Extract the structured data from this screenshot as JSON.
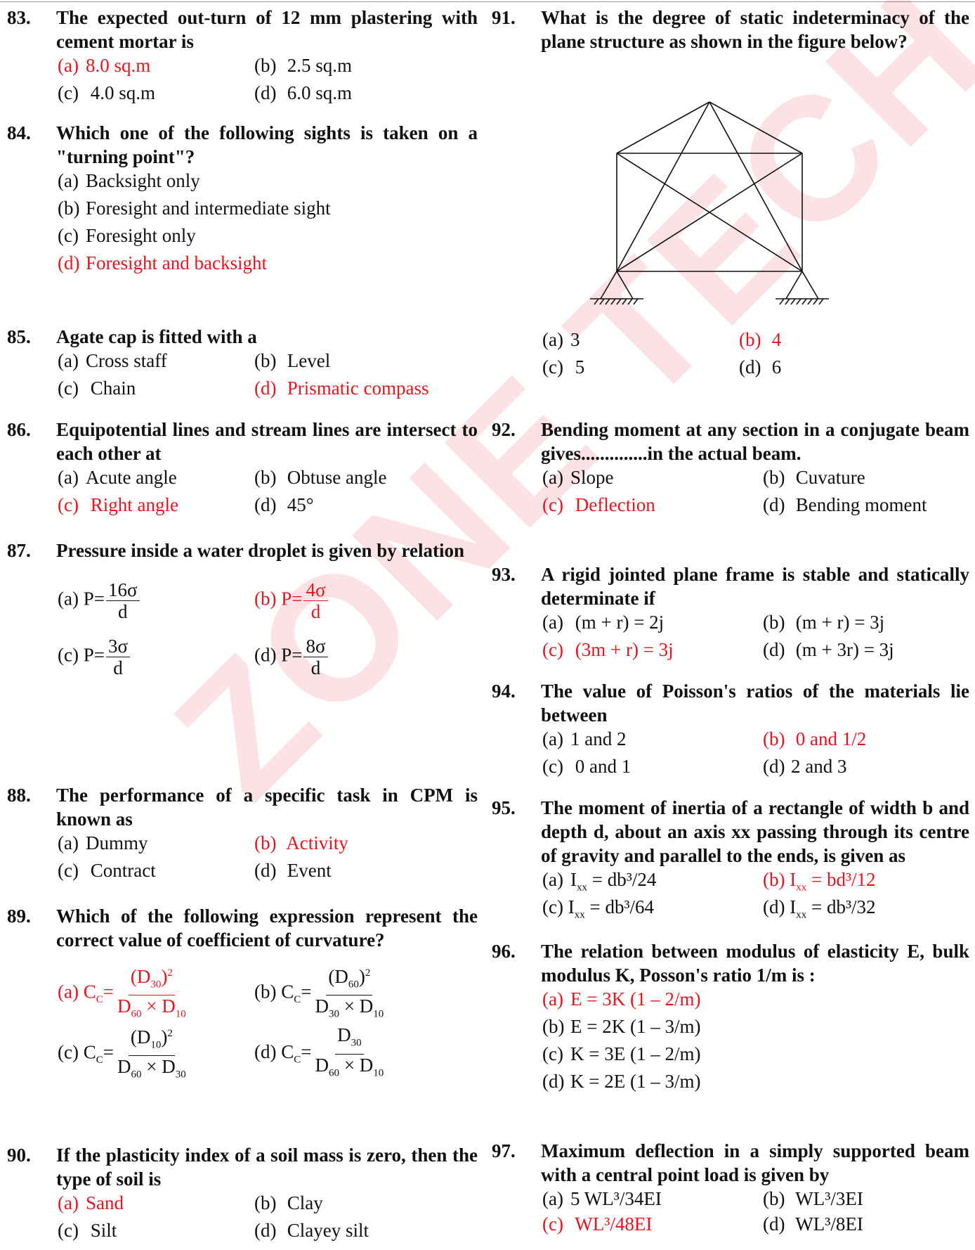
{
  "watermark": "ZONE TECH",
  "questions": {
    "q83": {
      "num": "83.",
      "text": "The expected out-turn of 12 mm plastering with cement mortar is",
      "a": "8.0 sq.m",
      "b": "2.5 sq.m",
      "c": "4.0 sq.m",
      "d": "6.0 sq.m"
    },
    "q84": {
      "num": "84.",
      "text": "Which one of the following sights is taken on a \"turning point\"?",
      "a": "Backsight only",
      "b": "Foresight and intermediate sight",
      "c": "Foresight only",
      "d": "Foresight and backsight"
    },
    "q85": {
      "num": "85.",
      "text": "Agate cap is fitted with a",
      "a": "Cross staff",
      "b": "Level",
      "c": "Chain",
      "d": "Prismatic compass"
    },
    "q86": {
      "num": "86.",
      "text": "Equipotential lines and stream lines are intersect to each other at",
      "a": "Acute angle",
      "b": "Obtuse angle",
      "c": "Right angle",
      "d": "45°"
    },
    "q87": {
      "num": "87.",
      "text": "Pressure inside a water droplet is given by relation",
      "a_num": "16σ",
      "b_num": "4σ",
      "c_num": "3σ",
      "d_num": "8σ",
      "den": "d",
      "prefix": "P="
    },
    "q88": {
      "num": "88.",
      "text": "The performance of a specific task in CPM is known as",
      "a": "Dummy",
      "b": "Activity",
      "c": "Contract",
      "d": "Event"
    },
    "q89": {
      "num": "89.",
      "text": "Which of the following expression represent the correct value of coefficient of curvature?"
    },
    "q90": {
      "num": "90.",
      "text": "If the plasticity index of a soil mass is zero, then the type of soil is",
      "a": "Sand",
      "b": "Clay",
      "c": "Silt",
      "d": "Clayey silt"
    },
    "q91": {
      "num": "91.",
      "text": "What is the degree of static indeterminacy of the plane structure as shown in the figure below?",
      "a": "3",
      "b": "4",
      "c": "5",
      "d": "6"
    },
    "q92": {
      "num": "92.",
      "text": "Bending moment at any section in a conjugate beam gives..............in the actual beam.",
      "a": "Slope",
      "b": "Cuvature",
      "c": "Deflection",
      "d": "Bending moment"
    },
    "q93": {
      "num": "93.",
      "text": "A rigid jointed plane frame is stable and statically determinate if",
      "a": "(m + r) = 2j",
      "b": "(m + r) = 3j",
      "c": "(3m + r) = 3j",
      "d": "(m + 3r) = 3j"
    },
    "q94": {
      "num": "94.",
      "text": "The value of Poisson's ratios of the materials lie between",
      "a": "1 and 2",
      "b": "0 and 1/2",
      "c": "0 and 1",
      "d": "2 and 3"
    },
    "q95": {
      "num": "95.",
      "text": "The moment of inertia of a rectangle of width b and depth d, about an axis xx passing through its centre of gravity and parallel to the ends, is given as",
      "a_tail": " = db³/24",
      "b_tail": " = bd³/12",
      "c_tail": " = db³/64",
      "d_tail": " = db³/32",
      "I": "I",
      "xx": "xx"
    },
    "q96": {
      "num": "96.",
      "text": "The relation between modulus of elasticity E, bulk modulus K, Posson's ratio 1/m is :",
      "a": "E = 3K (1 – 2/m)",
      "b": "E = 2K (1 – 3/m)",
      "c": "K = 3E (1 – 2/m)",
      "d": "K = 2E (1 – 3/m)"
    },
    "q97": {
      "num": "97.",
      "text": "Maximum deflection in a simply supported beam with a central point load is given by",
      "a": "5 WL³/34EI",
      "b": "WL³/3EI",
      "c": "WL³/48EI",
      "d": "WL³/8EI"
    }
  },
  "labels": {
    "a": "(a)",
    "b": "(b)",
    "c": "(c)",
    "d": "(d)"
  },
  "colors": {
    "answer": "#e8141e",
    "text": "#111111"
  }
}
